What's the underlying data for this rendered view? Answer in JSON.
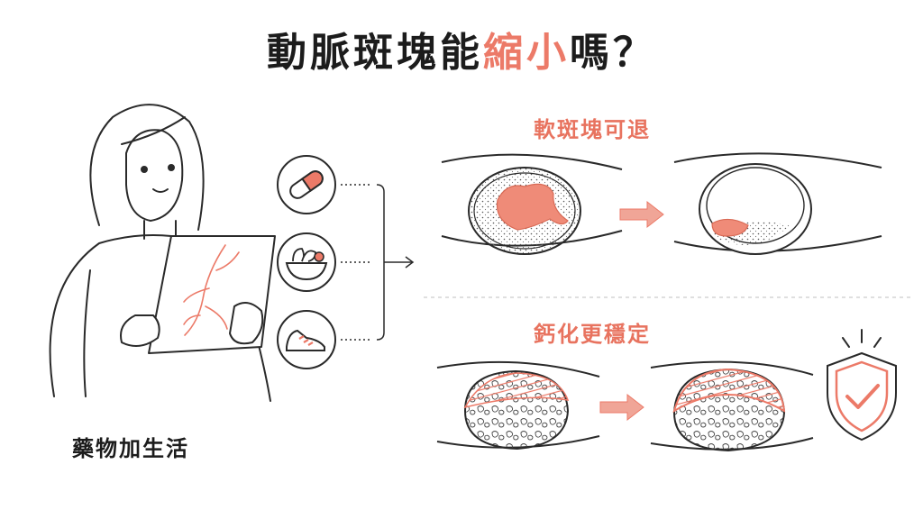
{
  "title": {
    "prefix": "動脈斑塊能",
    "highlight": "縮小",
    "suffix": "嗎？"
  },
  "captions": {
    "left": "藥物加生活",
    "top_right": "軟斑塊可退",
    "bottom_right": "鈣化更穩定"
  },
  "icons": [
    "pill-icon",
    "salad-bowl-icon",
    "sneaker-icon",
    "shield-check-icon"
  ],
  "colors": {
    "accent": "#ec7a68",
    "ink": "#2a2a2a"
  }
}
